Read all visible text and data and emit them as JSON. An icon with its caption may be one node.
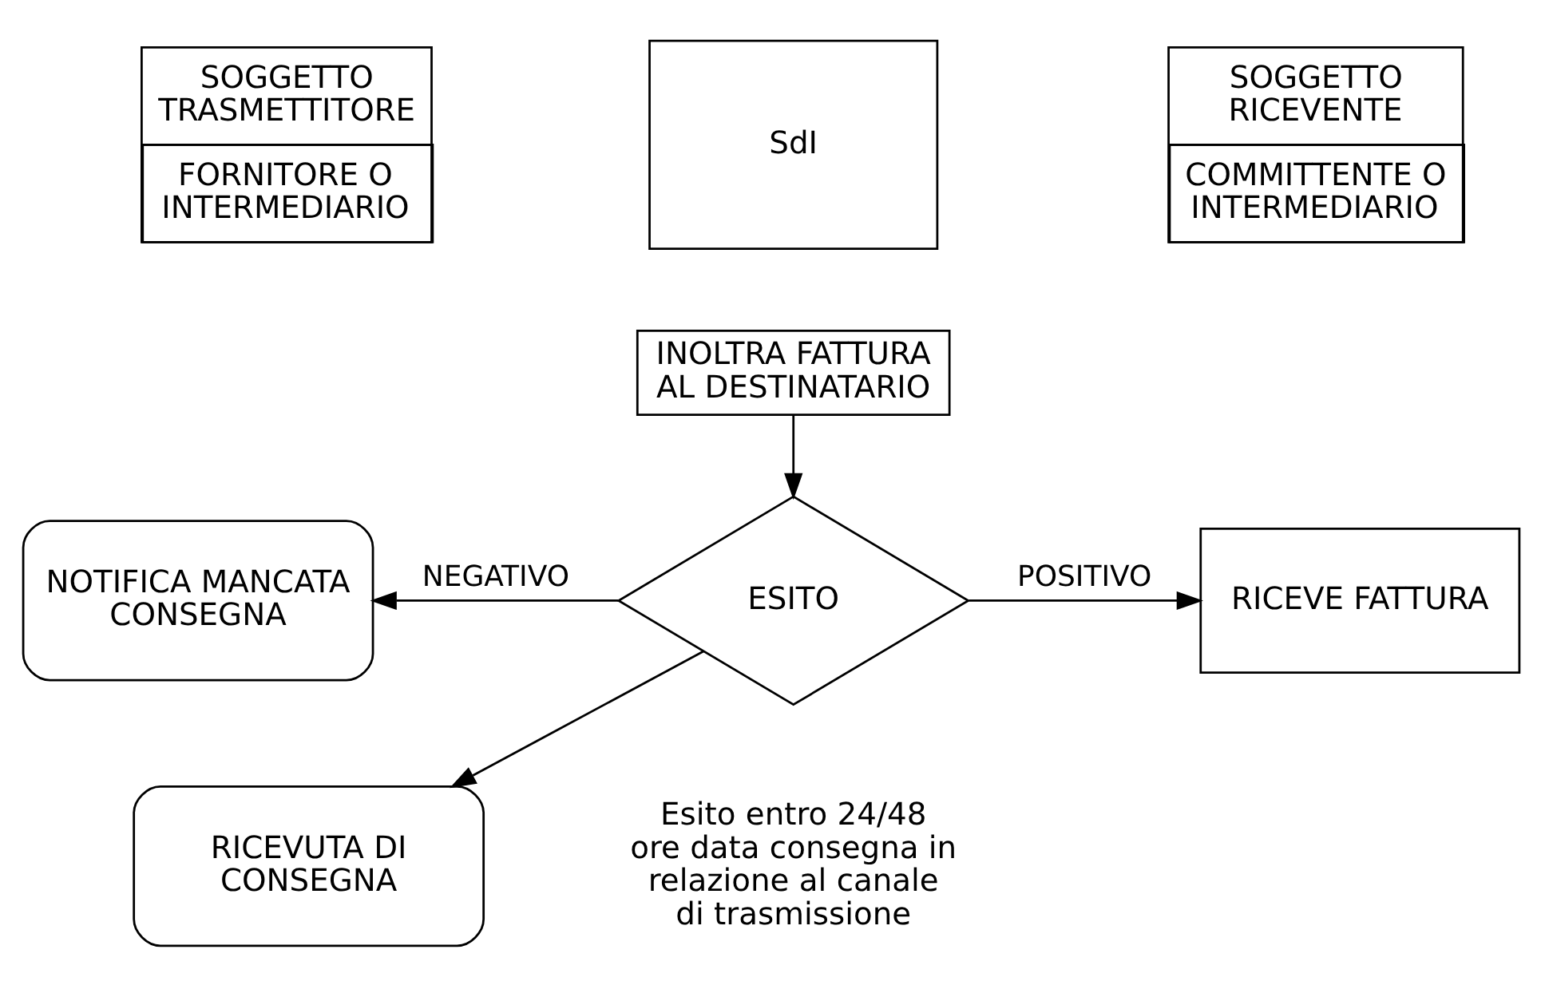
{
  "diagram": {
    "nodes": [
      {
        "text": [
          "SOGGETTO TRASMETTITORE",
          "FORNITORE O INTERMEDIARIO"
        ]
      },
      {
        "text": [
          "SdI"
        ]
      },
      {
        "text": [
          "SOGGETTO RICEVENTE",
          "COMMITTENTE O INTERMEDIARIO"
        ]
      },
      {
        "text": [
          "INOLTRA FATTURA AL DESTINATARIO"
        ]
      },
      {
        "text": [
          "NOTIFICA MANCATA CONSEGNA"
        ]
      },
      {
        "text": [
          "ESITO"
        ]
      },
      {
        "text": [
          "RICEVE FATTURA"
        ]
      },
      {
        "text": [
          "RICEVUTA DI CONSEGNA"
        ]
      }
    ],
    "edges": [
      {
        "from": 3,
        "to": 5,
        "arrow": "to"
      },
      {
        "from": 5,
        "to": 4,
        "label": "NEGATIVO",
        "arrow": "to"
      },
      {
        "from": 5,
        "to": 6,
        "label": "POSITIVO",
        "arrow": "to"
      },
      {
        "from": 5,
        "to": 7,
        "arrow": "to"
      }
    ],
    "labels": [
      "Esito entro 24/48 ore data consegna in relazione al canale di trasmissione"
    ]
  }
}
